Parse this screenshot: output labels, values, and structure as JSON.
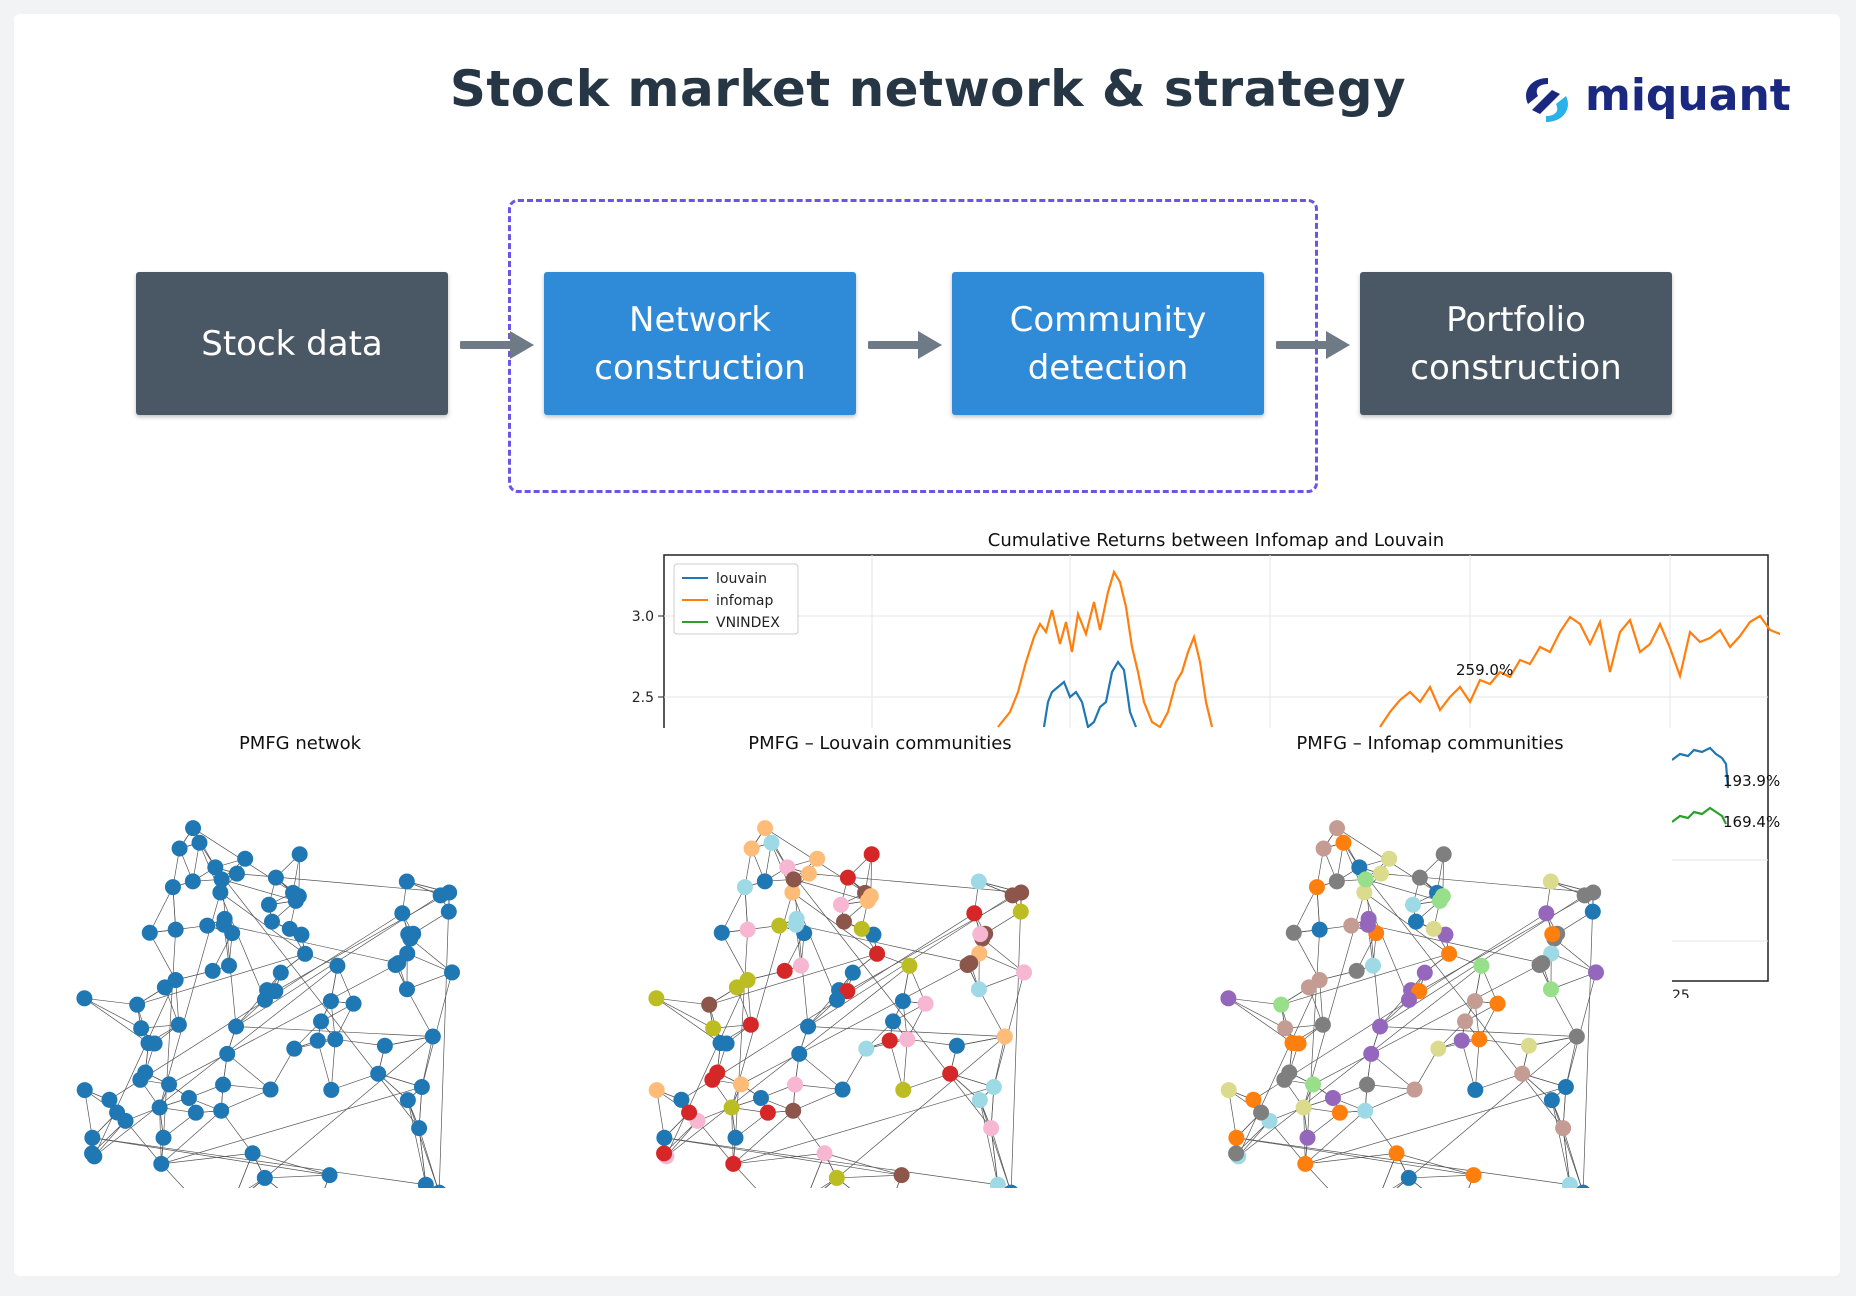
{
  "header": {
    "title": "Stock market network & strategy",
    "logo_text": "miquant"
  },
  "pipeline": {
    "stock_data": "Stock data",
    "network_1": "Network",
    "network_2": "construction",
    "community_1": "Community",
    "community_2": "detection",
    "portfolio_1": "Portfolio",
    "portfolio_2": "construction"
  },
  "colors": {
    "dark_box": "#4a5866",
    "blue_box": "#2f8ad8",
    "dashed": "#6a55e6",
    "louvain": "#1f77b4",
    "infomap": "#ff7f0e",
    "vnindex": "#2ca02c"
  },
  "chart_data": {
    "type": "line",
    "title": "Cumulative Returns between Infomap and Louvain",
    "yticks": [
      "3.0",
      "2.5"
    ],
    "partial_xtick": "25",
    "series": [
      {
        "name": "louvain",
        "final_label": "193.9%"
      },
      {
        "name": "infomap",
        "final_label": "259.0%"
      },
      {
        "name": "VNINDEX",
        "final_label": "169.4%"
      }
    ]
  },
  "networks": [
    {
      "title": "PMFG netwok"
    },
    {
      "title": "PMFG – Louvain communities"
    },
    {
      "title": "PMFG – Infomap communities"
    }
  ]
}
